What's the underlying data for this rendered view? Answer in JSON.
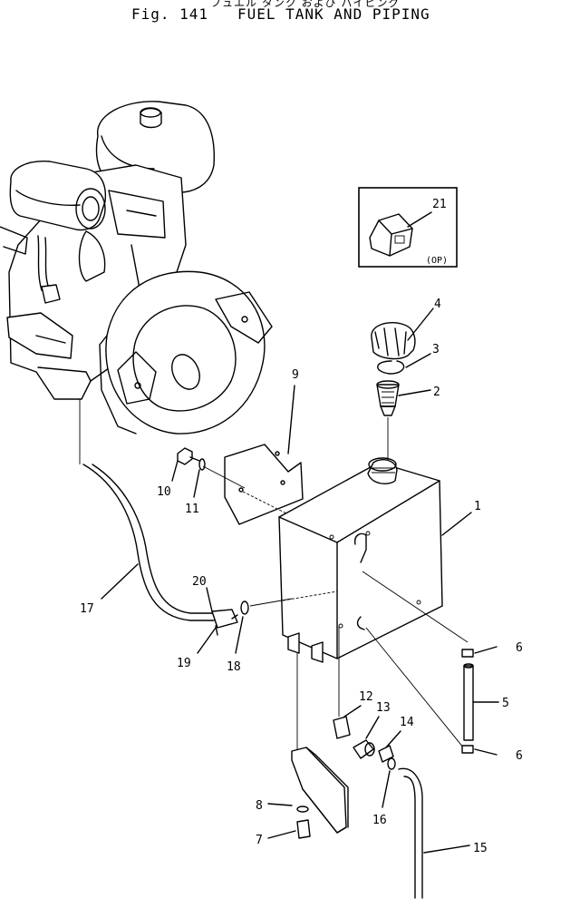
{
  "header": {
    "title_jp": "フュエル タンク および パイピング",
    "figure_label": "Fig. 141",
    "figure_title": "FUEL TANK AND PIPING"
  },
  "inset": {
    "option_label": "(OP)"
  },
  "callouts": {
    "c1": "1",
    "c2": "2",
    "c3": "3",
    "c4": "4",
    "c5": "5",
    "c6a": "6",
    "c6b": "6",
    "c7": "7",
    "c8": "8",
    "c9": "9",
    "c10": "10",
    "c11": "11",
    "c12": "12",
    "c13": "13",
    "c14": "14",
    "c15": "15",
    "c16": "16",
    "c17": "17",
    "c18": "18",
    "c19": "19",
    "c20": "20",
    "c21": "21"
  }
}
